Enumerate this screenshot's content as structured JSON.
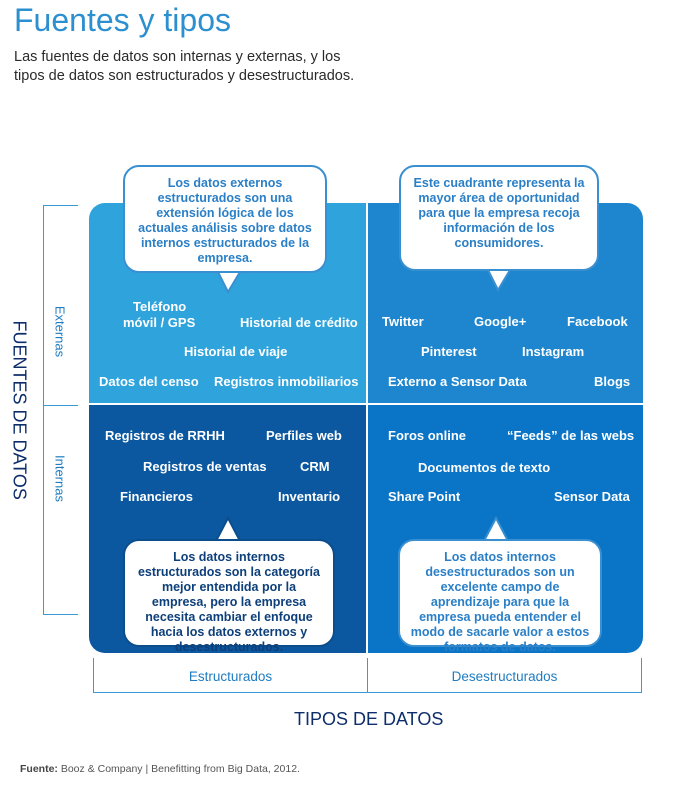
{
  "header": {
    "title": "Fuentes y tipos",
    "subtitle": "Las fuentes de datos son internas y externas, y los tipos de datos son estructurados y desestructurados."
  },
  "axes": {
    "y_title": "FUENTES DE DATOS",
    "x_title": "TIPOS DE DATOS",
    "rows": [
      "Externas",
      "Internas"
    ],
    "columns": [
      "Estructurados",
      "Desestructurados"
    ]
  },
  "quadrants": {
    "ext_struct": {
      "items": [
        "Teléfono",
        "móvil / GPS",
        "Historial de crédito",
        "Historial de viaje",
        "Datos del censo",
        "Registros inmobiliarios"
      ],
      "bubble": "Los datos externos estructurados son una extensión lógica de los actuales análisis sobre datos internos estructurados de la empresa."
    },
    "ext_unstruct": {
      "items": [
        "Twitter",
        "Google+",
        "Facebook",
        "Pinterest",
        "Instagram",
        "Externo a Sensor Data",
        "Blogs"
      ],
      "bubble": "Este cuadrante representa la mayor área de oportunidad para que la empresa recoja información de los consumidores."
    },
    "int_struct": {
      "items": [
        "Registros de RRHH",
        "Perfiles web",
        "Registros de ventas",
        "CRM",
        "Financieros",
        "Inventario"
      ],
      "bubble": "Los datos internos estructurados son la categoría mejor entendida por la empresa, pero la empresa necesita cambiar el enfoque hacia los datos externos y desestructurados."
    },
    "int_unstruct": {
      "items": [
        "Foros online",
        "“Feeds” de las webs",
        "Documentos de texto",
        "Share Point",
        "Sensor Data"
      ],
      "bubble": "Los datos internos desestructurados son un excelente campo de aprendizaje para que la empresa pueda entender el modo de sacarle valor a estos formatos de datos."
    }
  },
  "source": {
    "label": "Fuente:",
    "text": " Booz & Company | Benefitting from Big Data, 2012."
  },
  "colors": {
    "ext_struct": "#2fa3dc",
    "ext_unstruct": "#1d86cf",
    "int_struct": "#0b58a0",
    "int_unstruct": "#0a74c6",
    "title": "#2b8fd0"
  }
}
